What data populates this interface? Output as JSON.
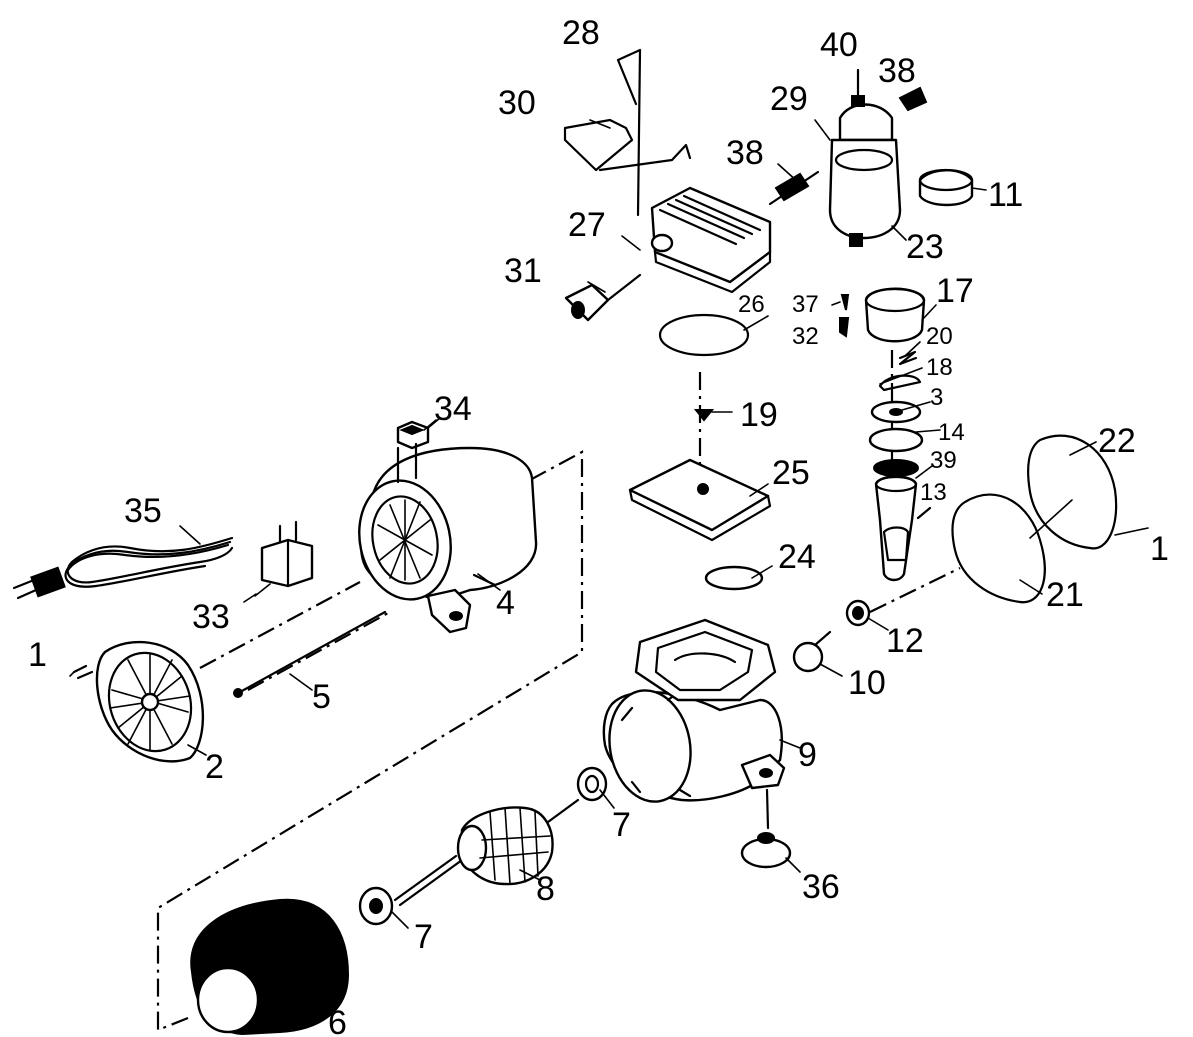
{
  "labels": {
    "p1a": "1",
    "p1b": "1",
    "p2": "2",
    "p3": "3",
    "p4": "4",
    "p5": "5",
    "p6": "6",
    "p7a": "7",
    "p7b": "7",
    "p8": "8",
    "p9": "9",
    "p10": "10",
    "p11": "11",
    "p12": "12",
    "p13": "13",
    "p14": "14",
    "p17": "17",
    "p18": "18",
    "p19": "19",
    "p20": "20",
    "p21": "21",
    "p22": "22",
    "p23": "23",
    "p24": "24",
    "p25": "25",
    "p26": "26",
    "p27": "27",
    "p28": "28",
    "p29": "29",
    "p30": "30",
    "p31": "31",
    "p32": "32",
    "p33": "33",
    "p34": "34",
    "p35": "35",
    "p36": "36",
    "p37": "37",
    "p38a": "38",
    "p38b": "38",
    "p39": "39",
    "p40": "40"
  }
}
